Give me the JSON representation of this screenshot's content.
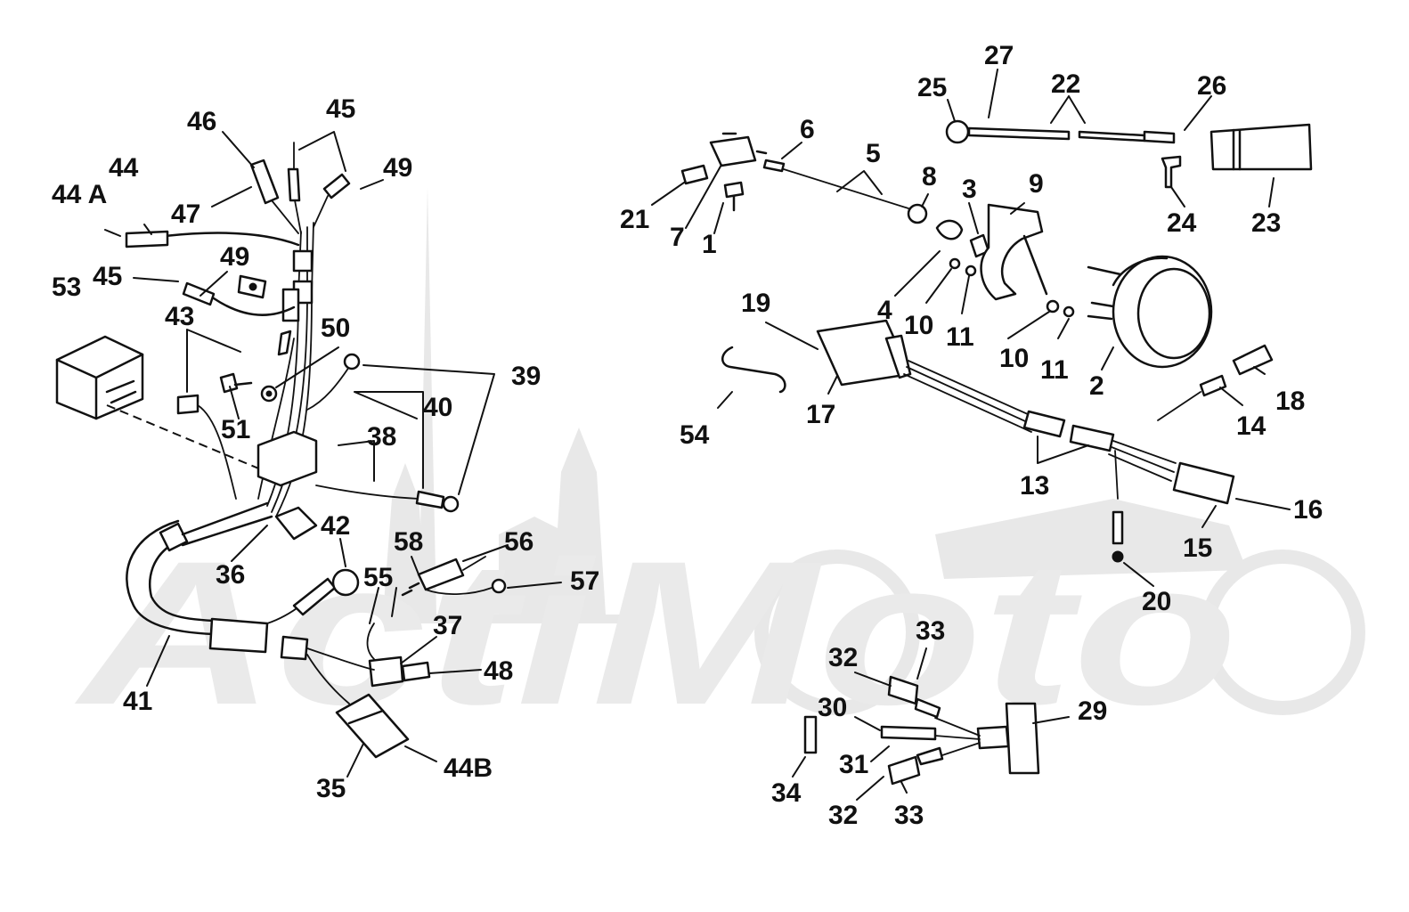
{
  "watermark": "ActiMoto",
  "callouts": [
    {
      "id": "c1",
      "text": "1"
    },
    {
      "id": "c2",
      "text": "2"
    },
    {
      "id": "c3",
      "text": "3"
    },
    {
      "id": "c4",
      "text": "4"
    },
    {
      "id": "c5",
      "text": "5"
    },
    {
      "id": "c6",
      "text": "6"
    },
    {
      "id": "c7",
      "text": "7"
    },
    {
      "id": "c8",
      "text": "8"
    },
    {
      "id": "c9",
      "text": "9"
    },
    {
      "id": "c10a",
      "text": "10"
    },
    {
      "id": "c10b",
      "text": "10"
    },
    {
      "id": "c11a",
      "text": "11"
    },
    {
      "id": "c11b",
      "text": "11"
    },
    {
      "id": "c13",
      "text": "13"
    },
    {
      "id": "c14",
      "text": "14"
    },
    {
      "id": "c15",
      "text": "15"
    },
    {
      "id": "c16",
      "text": "16"
    },
    {
      "id": "c17",
      "text": "17"
    },
    {
      "id": "c18",
      "text": "18"
    },
    {
      "id": "c19",
      "text": "19"
    },
    {
      "id": "c20",
      "text": "20"
    },
    {
      "id": "c21",
      "text": "21"
    },
    {
      "id": "c22",
      "text": "22"
    },
    {
      "id": "c23",
      "text": "23"
    },
    {
      "id": "c24",
      "text": "24"
    },
    {
      "id": "c25",
      "text": "25"
    },
    {
      "id": "c26",
      "text": "26"
    },
    {
      "id": "c27",
      "text": "27"
    },
    {
      "id": "c29",
      "text": "29"
    },
    {
      "id": "c30",
      "text": "30"
    },
    {
      "id": "c31",
      "text": "31"
    },
    {
      "id": "c32a",
      "text": "32"
    },
    {
      "id": "c32b",
      "text": "32"
    },
    {
      "id": "c33a",
      "text": "33"
    },
    {
      "id": "c33b",
      "text": "33"
    },
    {
      "id": "c34",
      "text": "34"
    },
    {
      "id": "c35",
      "text": "35"
    },
    {
      "id": "c36",
      "text": "36"
    },
    {
      "id": "c37",
      "text": "37"
    },
    {
      "id": "c38",
      "text": "38"
    },
    {
      "id": "c39",
      "text": "39"
    },
    {
      "id": "c40",
      "text": "40"
    },
    {
      "id": "c41",
      "text": "41"
    },
    {
      "id": "c42",
      "text": "42"
    },
    {
      "id": "c43",
      "text": "43"
    },
    {
      "id": "c44",
      "text": "44"
    },
    {
      "id": "c44a",
      "text": "44 A"
    },
    {
      "id": "c44b",
      "text": "44B"
    },
    {
      "id": "c45a",
      "text": "45"
    },
    {
      "id": "c45b",
      "text": "45"
    },
    {
      "id": "c46",
      "text": "46"
    },
    {
      "id": "c47",
      "text": "47"
    },
    {
      "id": "c48",
      "text": "48"
    },
    {
      "id": "c49a",
      "text": "49"
    },
    {
      "id": "c49b",
      "text": "49"
    },
    {
      "id": "c50",
      "text": "50"
    },
    {
      "id": "c51",
      "text": "51"
    },
    {
      "id": "c53",
      "text": "53"
    },
    {
      "id": "c54",
      "text": "54"
    },
    {
      "id": "c55",
      "text": "55"
    },
    {
      "id": "c56",
      "text": "56"
    },
    {
      "id": "c57",
      "text": "57"
    },
    {
      "id": "c58",
      "text": "58"
    }
  ]
}
